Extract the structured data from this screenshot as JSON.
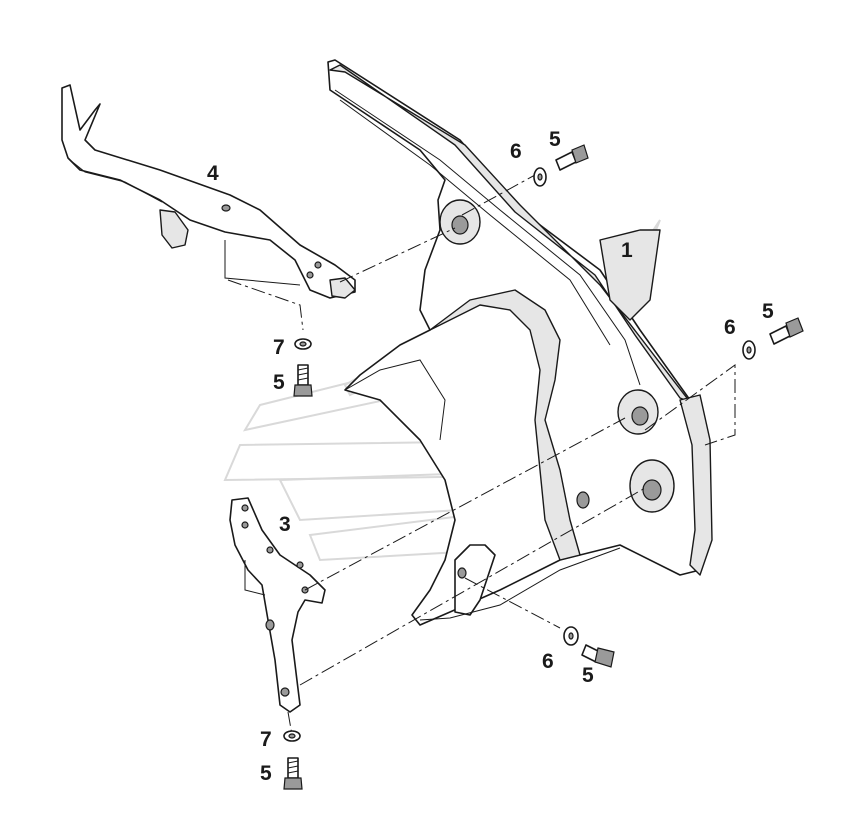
{
  "diagram": {
    "callouts": {
      "part_1": "1",
      "part_3": "3",
      "part_4": "4",
      "bolt_top": "5",
      "washer_top": "6",
      "bolt_right": "5",
      "washer_right": "6",
      "bolt_bottom_mid": "5",
      "washer_bottom_mid": "6",
      "nut_upper_left": "7",
      "bolt_upper_left": "5",
      "nut_lower_left": "7",
      "bolt_lower_left": "5"
    }
  },
  "colors": {
    "line": "#1a1a1a",
    "watermark": "#d9d9d9",
    "fill_shade": "#e6e6e6"
  }
}
